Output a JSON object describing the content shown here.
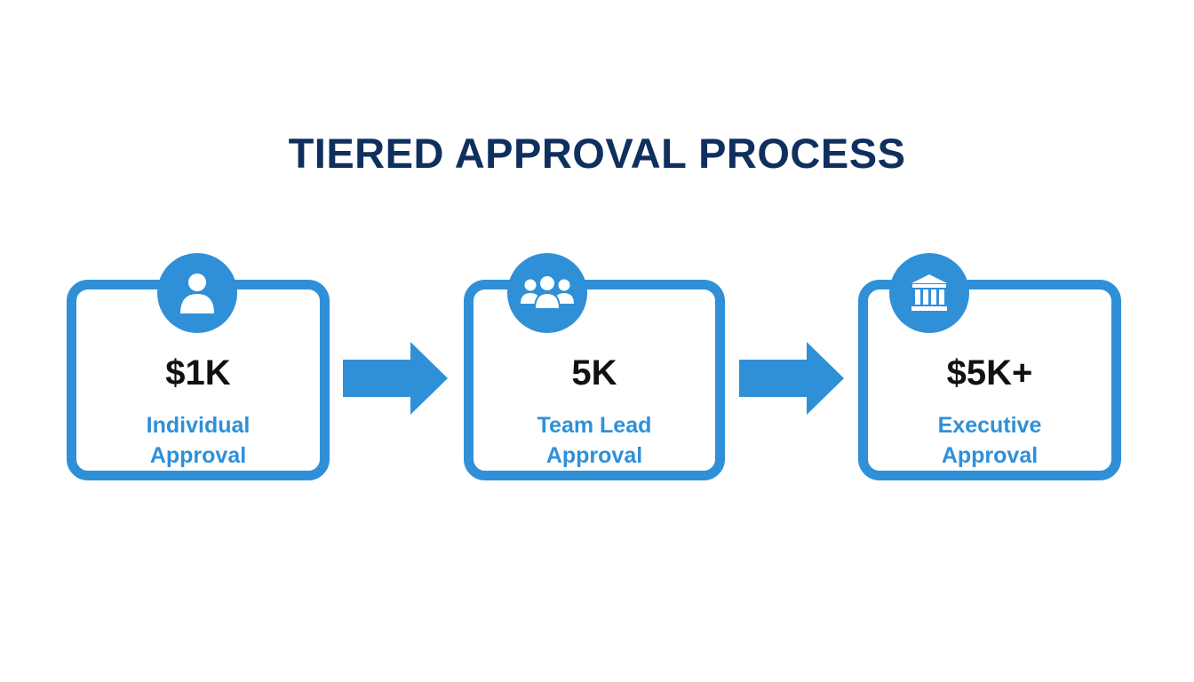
{
  "title": "TIERED APPROVAL PROCESS",
  "accent_color": "#2f90d8",
  "title_color": "#0f2f5f",
  "tiers": [
    {
      "icon": "person-icon",
      "amount": "$1K",
      "label": "Individual\nApproval"
    },
    {
      "icon": "team-icon",
      "amount": "5K",
      "label": "Team Lead\nApproval"
    },
    {
      "icon": "bank-icon",
      "amount": "$5K+",
      "label": "Executive\nApproval"
    }
  ]
}
